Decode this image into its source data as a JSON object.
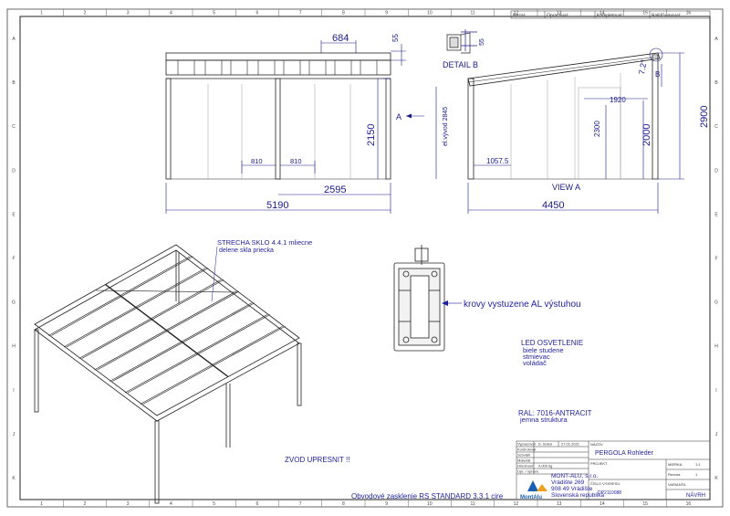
{
  "header": {
    "rezal": "Rezal:",
    "opracoval": "Opracoval:",
    "kompletoval": "Kompletoval:",
    "balil": "Balil/Gumoval:"
  },
  "frame": {
    "cols": [
      "1",
      "2",
      "3",
      "4",
      "5",
      "6",
      "7",
      "8",
      "9",
      "10",
      "11",
      "12",
      "13",
      "14",
      "15",
      "16"
    ],
    "rows": [
      "A",
      "B",
      "C",
      "D",
      "E",
      "F",
      "G",
      "H",
      "I",
      "J",
      "K"
    ]
  },
  "front_view": {
    "dim_684": "684",
    "dim_55": "55",
    "dim_2150": "2150",
    "dim_810_a": "810",
    "dim_810_b": "810",
    "dim_2595": "2595",
    "dim_5190": "5190",
    "arrow_label": "A",
    "el_vyvod": "el.vývod 2845"
  },
  "detail": {
    "label": "DETAIL B",
    "dim_55": "55"
  },
  "side_view": {
    "title": "VIEW A",
    "dim_1920": "1920",
    "dim_2300": "2300",
    "dim_2000": "2000",
    "dim_2900": "2900",
    "dim_1057": "1057.5",
    "dim_4450": "4450",
    "angle": "7.2°",
    "marker": "B"
  },
  "notes": {
    "roof_line1": "STRECHA SKLO 4.4.1 mliecne",
    "roof_line2": "delene skla priecka",
    "krovy": "krovy vystuzene AL výstuhou",
    "led_title": "LED OSVETLENIE",
    "led_1": "biele studene",
    "led_2": "stmievac",
    "led_3": "voládač",
    "ral_1": "RAL: 7016-ANTRACIT",
    "ral_2": "jemna struktura",
    "zvod": "ZVOD UPRESNIT !!",
    "glazing": "Obvodové zasklenie RS STANDARD 3.3.1 cire"
  },
  "title_block": {
    "nazov_label": "NÁZOV",
    "nazov": "PERGOLA Rohleder",
    "projekt_label": "PROJEKT",
    "mierka_label": "MIERKA",
    "mierka": "1:1",
    "revizia_label": "Revízia",
    "revizia": "1",
    "varianta_label": "VARIANTA",
    "cislo_label": "ČÍSLO VÝKRESU",
    "cislo": "DP2110088",
    "navrh": "NÁVRH",
    "hmotnost": "0,000 kg",
    "company_1": "MONT-ALU, s.r.o.",
    "company_2": "Vrádište 269",
    "company_3": "908 49 Vrádište",
    "company_4": "Slovenská republika",
    "logo_text": "MontAlu",
    "r_vypracoval": "Vypracoval",
    "r_kontroloval": "Kontroloval",
    "r_schvalil": "Schválil",
    "r_material": "Materiál",
    "r_hmotnost": "Hmotnosť",
    "r_upr": "Upr. / úprava",
    "r_name": "S. Sokol",
    "r_date": "27.01.2021"
  },
  "colors": {
    "line": "#222222",
    "dim": "#1a1a8c",
    "note": "#1f1f9e"
  }
}
